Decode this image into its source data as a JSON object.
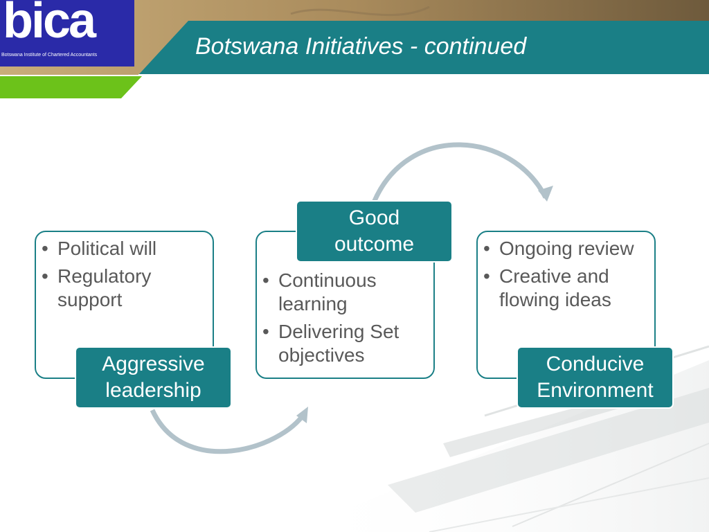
{
  "header": {
    "logo_text": "bica",
    "logo_subtitle": "Botswana Institute of Chartered Accountants",
    "title": "Botswana Initiatives - continued"
  },
  "colors": {
    "teal": "#1a7f86",
    "green": "#6cc21a",
    "logo_blue": "#2a2aa8",
    "arrow": "#b2c2ca",
    "bullet_text": "#595959"
  },
  "diagram": {
    "nodes": [
      {
        "label": "Aggressive leadership",
        "label_lines": [
          "Aggressive",
          "leadership"
        ],
        "bullets": [
          "Political will",
          "Regulatory support"
        ]
      },
      {
        "label": "Good outcome",
        "label_lines": [
          "Good",
          "outcome"
        ],
        "bullets": [
          "Continuous learning",
          "Delivering Set objectives"
        ]
      },
      {
        "label": "Conducive Environment",
        "label_lines": [
          "Conducive",
          "Environment"
        ],
        "bullets": [
          "Ongoing review",
          "Creative and flowing ideas"
        ]
      }
    ]
  }
}
